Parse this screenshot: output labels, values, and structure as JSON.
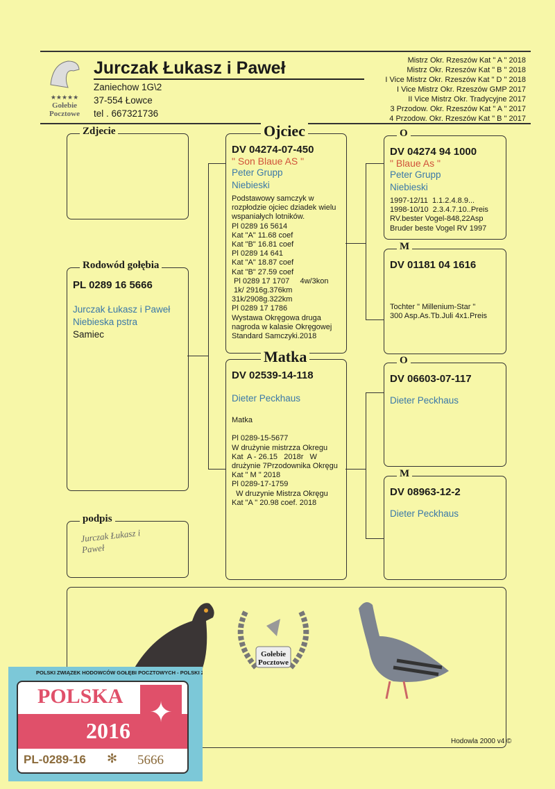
{
  "header": {
    "breeder": "Jurczak Łukasz i Paweł",
    "address": [
      "Zaniechow 1G\\2",
      "37-554  Łowce",
      "tel . 667321736"
    ],
    "logo_text": "Gołebie Pocztowe",
    "titles": [
      "Mistrz  Okr. Rzeszów Kat \"  A \" 2018",
      "Mistrz  Okr. Rzeszów Kat \" B \" 2018",
      "I Vice Mistrz Okr. Rzeszów Kat \" D \" 2018",
      "I Vice Mistrz Okr. Rzeszów  GMP  2017",
      "II Vice Mistrz Okr. Tradycyjne  2017",
      "3 Przodow. Okr. Rzeszów Kat \" A \" 2017",
      "4 Przodow. Okr. Rzeszów Kat \" B \" 2017"
    ]
  },
  "photo": {
    "label": "Zdjecie"
  },
  "pigeon": {
    "label": "Rodowód gołębia",
    "ring": "PL 0289 16 5666",
    "owner": "Jurczak Łukasz i Paweł",
    "color": "Niebieska pstra",
    "sex": "Samiec"
  },
  "signature": {
    "label": "podpis",
    "text": "Jurczak Łukasz i Paweł"
  },
  "father": {
    "label": "Ojciec",
    "ring": "DV    04274-07-450",
    "name": "\" Son Blaue AS \"",
    "breeder": "Peter Grupp",
    "color": "Niebieski",
    "notes": "Podstawowy samczyk w\nrozpłodzie ojciec dziadek wielu\nwspaniałych lotników.\nPl 0289 16 5614\nKat \"A\" 11.68 coef\nKat \"B\" 16.81 coef\nPl 0289 14 641\nKat \"A\" 18.87 coef\nKat \"B\" 27.59 coef\n Pl 0289 17 1707     4w/3kon\n 1k/ 2916g.376km\n31k/2908g.322km\nPl 0289 17 1786\nWystawa Okręgowa druga\nnagroda w kalasie Okręgowej\nStandard Samczyki.2018"
  },
  "mother": {
    "label": "Matka",
    "ring": "DV    02539-14-118",
    "breeder": "Dieter Peckhaus",
    "notes": "Matka\n\nPl 0289-15-5677\nW drużynie mistrzza Okregu\nKat  A - 26.15   2018r   W\ndrużynie 7Przodownika Okręgu\nKat \" M \" 2018\nPl 0289-17-1759\n  W druzynie Mistrza Okręgu\nKat \"A \" 20.98 coef. 2018"
  },
  "ff": {
    "label": "O",
    "ring": "DV  04274 94 1000",
    "name": "\" Blaue As \"",
    "breeder": "Peter Grupp",
    "color": "Niebieski",
    "notes": "1997-12/11  1.1.2.4.8.9...\n1998-10/10  2.3.4.7.10..Preis\nRV.bester Vogel-848,22Asp\nBruder beste Vogel RV 1997"
  },
  "fm": {
    "label": "M",
    "ring": "DV 01181 04 1616",
    "notes": "Tochter \" Millenium-Star \"\n300 Asp.As.Tb.Juli 4x1.Preis"
  },
  "mf": {
    "label": "O",
    "ring": "DV   06603-07-117",
    "breeder": "Dieter Peckhaus"
  },
  "mm": {
    "label": "M",
    "ring": "DV   08963-12-2",
    "breeder": "Dieter Peckhaus"
  },
  "emblem": {
    "text": "Gołebie Pocztowe"
  },
  "stamp": {
    "border_text": "POLSKI ZWIĄZEK HODOWCÓW GOŁĘBI POCZTOWYCH - POLSKI ZWIĄZEK HODOWCÓW GOŁĘBI POCZTOWYCH",
    "country": "POLSKA",
    "year": "2016",
    "prefix": "PL-0289-16",
    "number": "5666"
  },
  "footer": {
    "version": "Hodowla 2000 v4 ©"
  }
}
